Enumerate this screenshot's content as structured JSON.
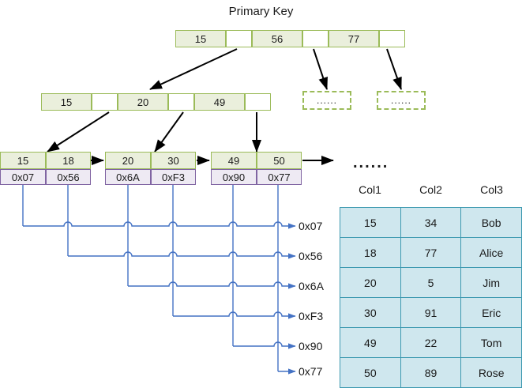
{
  "title": "Primary Key",
  "colors": {
    "key_fill": "#eaefdc",
    "key_border": "#9bbb59",
    "pointer_fill": "#eeeaf3",
    "pointer_border": "#8064a2",
    "table_fill": "#cfe7ee",
    "table_border": "#3d99b0",
    "link_line": "#4472c4",
    "tree_arrow": "#000000"
  },
  "root_node": {
    "name": "root-index-node",
    "cells": [
      "15",
      "",
      "56",
      "",
      "77",
      ""
    ]
  },
  "internal_node": {
    "name": "internal-index-node",
    "cells": [
      "15",
      "",
      "20",
      "",
      "49",
      ""
    ]
  },
  "dashed_nodes": [
    {
      "label": "......"
    },
    {
      "label": "......"
    }
  ],
  "leaf_nodes": [
    {
      "keys": [
        "15",
        "18"
      ],
      "pointers": [
        "0x07",
        "0x56"
      ]
    },
    {
      "keys": [
        "20",
        "30"
      ],
      "pointers": [
        "0x6A",
        "0xF3"
      ]
    },
    {
      "keys": [
        "49",
        "50"
      ],
      "pointers": [
        "0x90",
        "0x77"
      ]
    }
  ],
  "leaf_ellipsis": "......",
  "address_labels": [
    "0x07",
    "0x56",
    "0x6A",
    "0xF3",
    "0x90",
    "0x77"
  ],
  "table": {
    "headers": [
      "Col1",
      "Col2",
      "Col3"
    ],
    "rows": [
      [
        "15",
        "34",
        "Bob"
      ],
      [
        "18",
        "77",
        "Alice"
      ],
      [
        "20",
        "5",
        "Jim"
      ],
      [
        "30",
        "91",
        "Eric"
      ],
      [
        "49",
        "22",
        "Tom"
      ],
      [
        "50",
        "89",
        "Rose"
      ]
    ]
  }
}
